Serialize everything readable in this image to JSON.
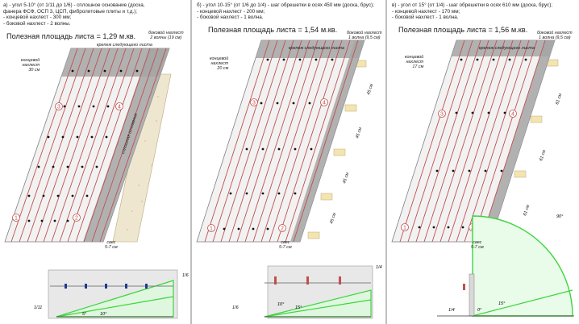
{
  "panels": [
    {
      "spec": [
        "а) - угол 5-10° (от 1/11 до 1/6) - сплошное основание (доска,",
        "фанера ФСФ, ОСП 3, ЦСП, фибролитовые плиты и т.д.);",
        "- концевой нахлест - 300 мм;",
        "- боковой нахлест - 2 волны."
      ],
      "area": "Полезная площадь листа = 1,29 м.кв.",
      "side_overlap": [
        "боковой нахлест",
        "2 волны (19 см)"
      ],
      "next_sheet": "крепеж следующего листа",
      "end_overlap": [
        "концевой",
        "нахлест",
        "30 см"
      ],
      "base": "сплошная основание",
      "eave": [
        "свес",
        "5-7 см"
      ],
      "points": [
        "1",
        "2",
        "3",
        "4"
      ],
      "slope_labels": [
        "1/6",
        "1/11",
        "5°",
        "10°"
      ]
    },
    {
      "spec": [
        "б) - угол 10-15° (от 1/6 до 1/4) - шаг обрешетки в осях 450 мм (доска, брус);",
        "- концевой нахлест - 200 мм;",
        "- боковой нахлест - 1 волна."
      ],
      "area": "Полезная площадь листа = 1,54 м.кв.",
      "side_overlap": [
        "боковой нахлест",
        "1 волна (9,5 см)"
      ],
      "next_sheet": "крепеж следующего листа",
      "end_overlap": [
        "концевой",
        "нахлест",
        "20 см"
      ],
      "spacing": [
        "45 см",
        "45 см",
        "45 см",
        "45 см"
      ],
      "eave": [
        "свес",
        "5-7 см"
      ],
      "points": [
        "1",
        "2",
        "3",
        "4"
      ],
      "slope_labels": [
        "1/4",
        "1/6",
        "10°",
        "15°"
      ]
    },
    {
      "spec": [
        "в) - угол от 15° (от 1/4) - шаг обрешетки в осях 610 мм (доска, брус);",
        "- концевой нахлест - 170 мм;",
        "- боковой нахлест - 1 волна."
      ],
      "area": "Полезная площадь листа = 1,56 м.кв.",
      "side_overlap": [
        "боковой нахлест",
        "1 волна (9,5 см)"
      ],
      "next_sheet": "крепеж следующего листа",
      "end_overlap": [
        "концевой",
        "нахлест",
        "17 см"
      ],
      "spacing": [
        "61 см",
        "61 см",
        "61 см"
      ],
      "eave": [
        "свес",
        "5-7 см"
      ],
      "points": [
        "1",
        "2",
        "3",
        "4"
      ],
      "slope_labels": [
        "90°",
        "1/4",
        "15°",
        "0°"
      ]
    }
  ],
  "colors": {
    "sheet_fill": "#f2f2f2",
    "corrugation": "#c0504d",
    "overlap_fill": "#a6a6a6",
    "fastener": "#111111",
    "point_marker": "#c0504d",
    "batten": "#f4e5b0",
    "base_fill": "#efe6cf",
    "slope_green": "#3fd43f"
  }
}
